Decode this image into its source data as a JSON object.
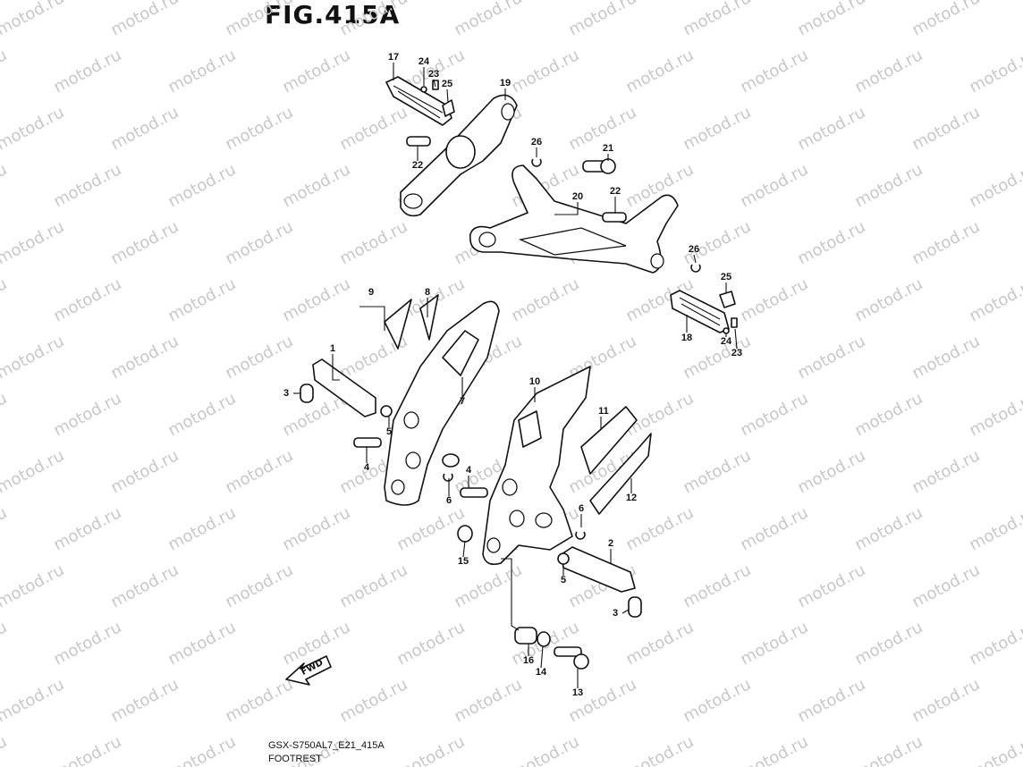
{
  "figure": {
    "title": "FIG.415A",
    "code": "GSX-S750AL7_E21_415A",
    "name": "FOOTREST",
    "watermark": "motod.ru",
    "direction_label": "FWD"
  },
  "callouts": [
    "1",
    "2",
    "3",
    "4",
    "5",
    "6",
    "7",
    "8",
    "9",
    "10",
    "11",
    "12",
    "13",
    "14",
    "15",
    "16",
    "17",
    "18",
    "19",
    "20",
    "21",
    "22",
    "23",
    "24",
    "25",
    "26"
  ]
}
